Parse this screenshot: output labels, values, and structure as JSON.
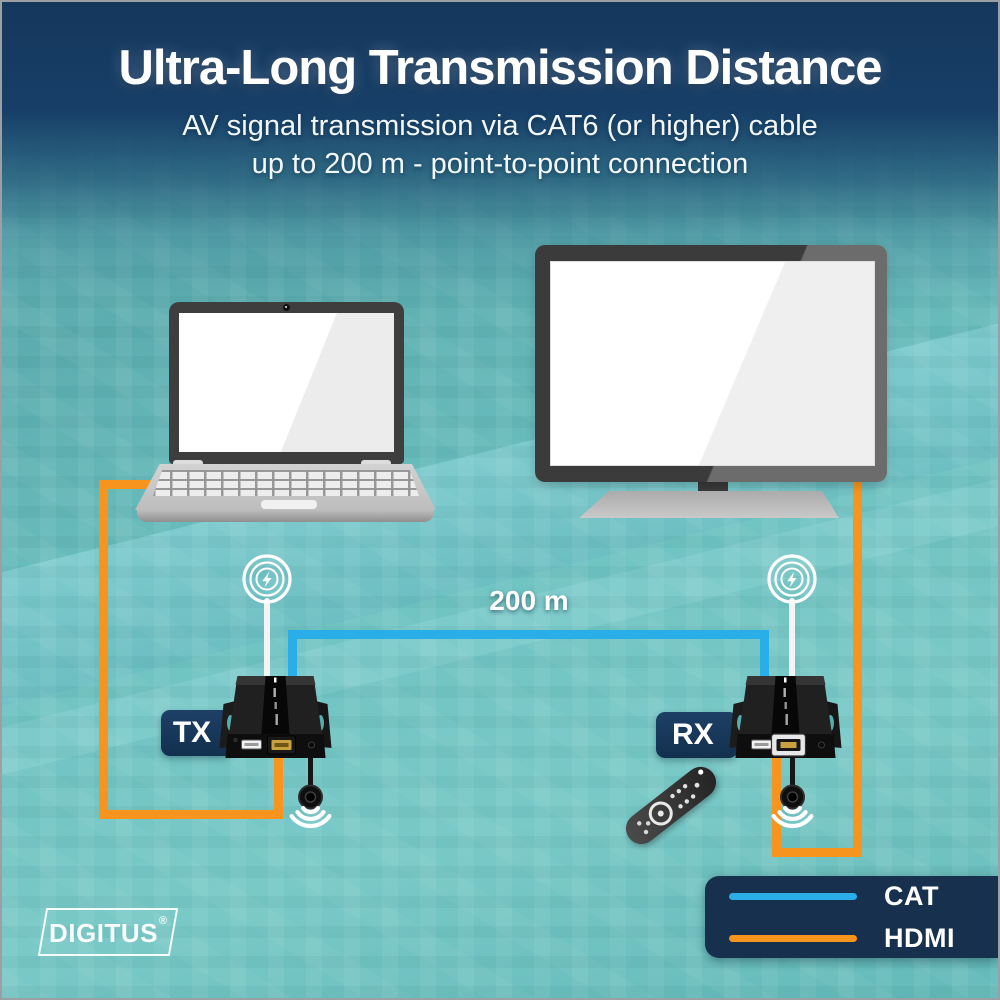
{
  "header": {
    "title": "Ultra-Long Transmission Distance",
    "subtitle_line1": "AV signal transmission via CAT6 (or higher) cable",
    "subtitle_line2": "up to 200 m - point-to-point connection"
  },
  "diagram": {
    "distance_label": "200 m",
    "transmitter_label": "TX",
    "receiver_label": "RX"
  },
  "legend": {
    "items": [
      {
        "label": "CAT",
        "color": "#2aaee8"
      },
      {
        "label": "HDMI",
        "color": "#f7941d"
      }
    ]
  },
  "branding": {
    "logo_text": "DIGITUS",
    "registered_mark": "®"
  },
  "colors": {
    "cat_cable": "#2aaee8",
    "hdmi_cable": "#f7941d",
    "label_navy": "#16304d",
    "header_blue": "#15375c",
    "background_teal": "#68bdbd"
  }
}
